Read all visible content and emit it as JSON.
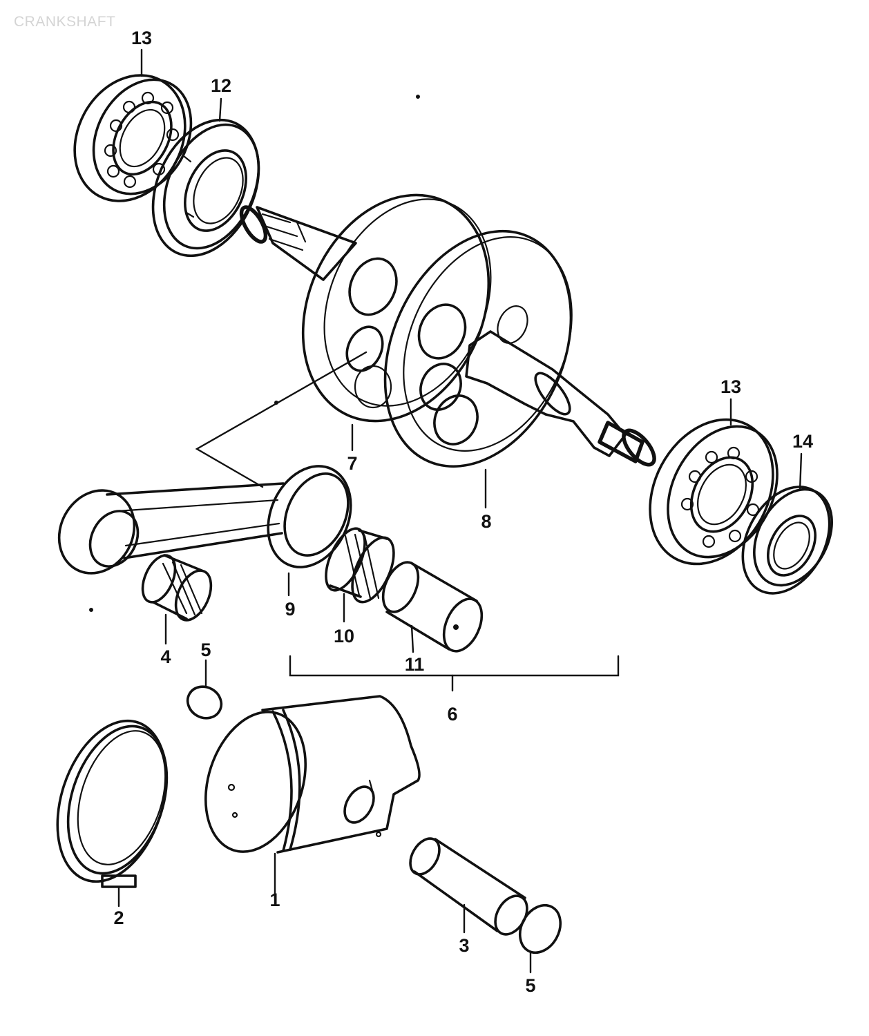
{
  "title": "CRANKSHAFT",
  "callouts": {
    "bearing_top_outer": "13",
    "bearing_top_inner": "12",
    "bearing_right_outer": "13",
    "oil_seal": "14",
    "crank_web_left": "7",
    "crank_web_right": "8",
    "connecting_rod": "9",
    "big_end_bearing": "10",
    "crank_pin": "11",
    "crank_assy": "6",
    "small_end_bearing": "4",
    "circlip_top": "5",
    "circlip_bottom": "5",
    "piston_rings": "2",
    "piston": "1",
    "piston_pin": "3"
  }
}
